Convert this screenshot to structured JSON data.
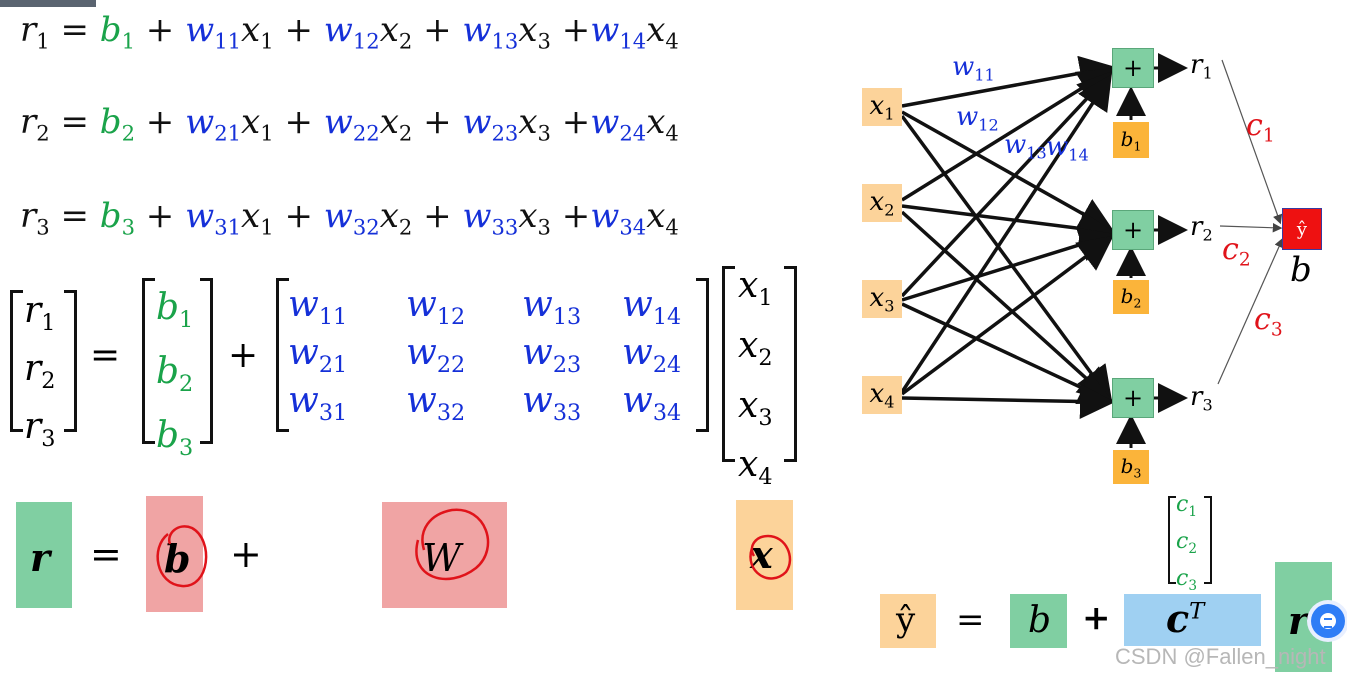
{
  "equations": {
    "r1": {
      "lhs": "r",
      "lhs_sub": "1",
      "b": "b",
      "b_sub": "1",
      "w": [
        "11",
        "12",
        "13",
        "14"
      ],
      "x": [
        "1",
        "2",
        "3",
        "4"
      ]
    },
    "r2": {
      "lhs": "r",
      "lhs_sub": "2",
      "b": "b",
      "b_sub": "2",
      "w": [
        "21",
        "22",
        "23",
        "24"
      ],
      "x": [
        "1",
        "2",
        "3",
        "4"
      ]
    },
    "r3": {
      "lhs": "r",
      "lhs_sub": "3",
      "b": "b",
      "b_sub": "3",
      "w": [
        "31",
        "32",
        "33",
        "34"
      ],
      "x": [
        "1",
        "2",
        "3",
        "4"
      ]
    }
  },
  "matrix_eq": {
    "r_vec": [
      "1",
      "2",
      "3"
    ],
    "b_vec": [
      "1",
      "2",
      "3"
    ],
    "W_rows": [
      [
        "11",
        "12",
        "13",
        "14"
      ],
      [
        "21",
        "22",
        "23",
        "24"
      ],
      [
        "31",
        "32",
        "33",
        "34"
      ]
    ],
    "x_vec": [
      "1",
      "2",
      "3",
      "4"
    ]
  },
  "vector_eq": {
    "r": "r",
    "equals": "=",
    "b": "b",
    "plus": "+",
    "W": "W",
    "x": "x"
  },
  "network": {
    "inputs": [
      "1",
      "2",
      "3",
      "4"
    ],
    "bias_labels": [
      "1",
      "2",
      "3"
    ],
    "plus_symbol": "+",
    "weight_labels": [
      "11",
      "12",
      "13",
      "14"
    ],
    "r_labels": [
      "1",
      "2",
      "3"
    ],
    "c_labels": [
      "1",
      "2",
      "3"
    ],
    "output": "ŷ",
    "output_bias": "b"
  },
  "final_eq": {
    "yhat": "ŷ",
    "equals": "=",
    "b": "b",
    "plus": "+",
    "cT": "c",
    "T": "T",
    "r": "r",
    "c_vec": [
      "1",
      "2",
      "3"
    ]
  },
  "watermark": "CSDN @Fallen_night",
  "colors": {
    "green_box": "#80cfa2",
    "red_box": "#f0a4a4",
    "orange_box": "#fcd39a",
    "blue_box": "#9fd0f2",
    "bias_box": "#fbb43a",
    "out_box": "#ee1111"
  }
}
